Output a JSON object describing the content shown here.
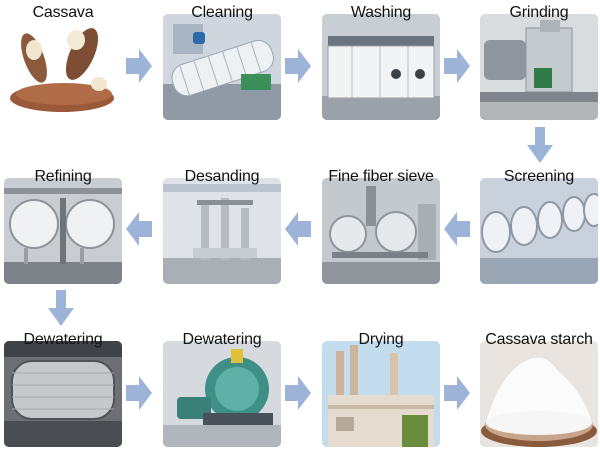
{
  "steps": [
    {
      "label": "Cassava"
    },
    {
      "label": "Cleaning"
    },
    {
      "label": "Washing"
    },
    {
      "label": "Grinding"
    },
    {
      "label": "Screening"
    },
    {
      "label": "Fine fiber sieve"
    },
    {
      "label": "Desanding"
    },
    {
      "label": "Refining"
    },
    {
      "label": "Dewatering"
    },
    {
      "label": "Dewatering"
    },
    {
      "label": "Drying"
    },
    {
      "label": "Cassava starch"
    }
  ],
  "colors": {
    "arrow": "#9db3d8",
    "background": "#ffffff"
  }
}
